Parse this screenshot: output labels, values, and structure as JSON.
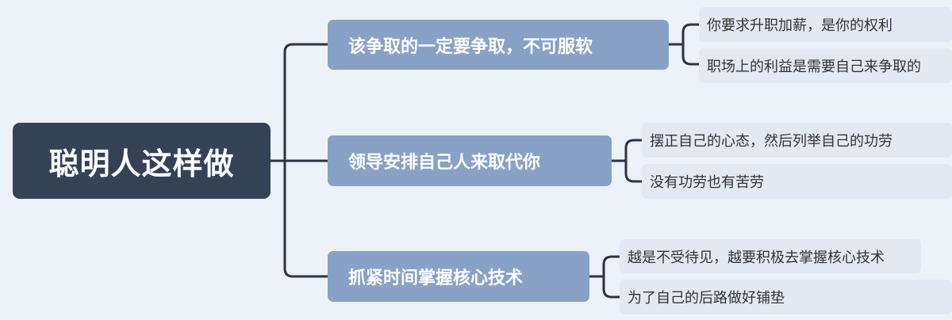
{
  "root": {
    "label": "聪明人这样做"
  },
  "branches": [
    {
      "label": "该争取的一定要争取，不可服软",
      "children": [
        "你要求升职加薪，是你的权利",
        "职场上的利益是需要自己来争取的"
      ]
    },
    {
      "label": "领导安排自己人来取代你",
      "children": [
        "摆正自己的心态，然后列举自己的功劳",
        "没有功劳也有苦劳"
      ]
    },
    {
      "label": "抓紧时间掌握核心技术",
      "children": [
        "越是不受待见，越要积极去掌握核心技术",
        "为了自己的后路做好铺垫"
      ]
    }
  ],
  "colors": {
    "root_bg": "#344157",
    "branch_bg": "#88a1c7",
    "leaf_bg": "#e3e9f2",
    "connector": "#2b3444",
    "canvas_bg": "#edf2f9"
  }
}
